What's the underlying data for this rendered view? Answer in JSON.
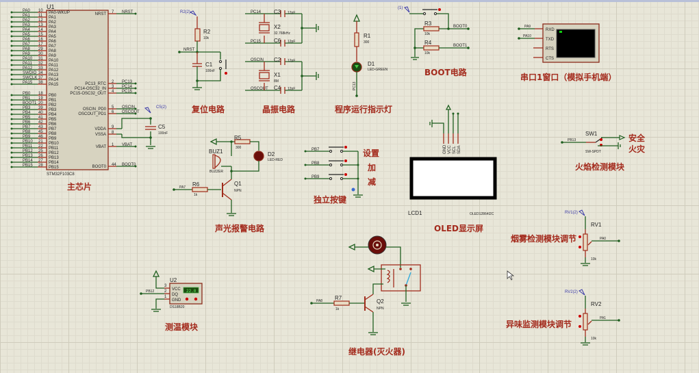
{
  "mcu": {
    "ref": "U1",
    "part": "STM32F103C8",
    "caption": "主芯片",
    "left_pins": [
      {
        "net": "PA0",
        "num": "10",
        "name": "PA0-WKUP"
      },
      {
        "net": "PA1",
        "num": "11",
        "name": "PA1"
      },
      {
        "net": "PA2",
        "num": "12",
        "name": "PA2"
      },
      {
        "net": "PA3",
        "num": "13",
        "name": "PA3"
      },
      {
        "net": "PA4",
        "num": "14",
        "name": "PA4"
      },
      {
        "net": "PA5",
        "num": "15",
        "name": "PA5"
      },
      {
        "net": "PA6",
        "num": "16",
        "name": "PA6"
      },
      {
        "net": "PA7",
        "num": "17",
        "name": "PA7"
      },
      {
        "net": "PA8",
        "num": "29",
        "name": "PA8"
      },
      {
        "net": "PA9",
        "num": "30",
        "name": "PA9"
      },
      {
        "net": "PA10",
        "num": "31",
        "name": "PA10"
      },
      {
        "net": "PA11",
        "num": "32",
        "name": "PA11"
      },
      {
        "net": "PA12",
        "num": "33",
        "name": "PA12"
      },
      {
        "net": "SWDIO",
        "num": "34",
        "name": "PA13"
      },
      {
        "net": "SWCLK",
        "num": "37",
        "name": "PA14"
      },
      {
        "net": "PA15",
        "num": "38",
        "name": "PA15"
      },
      {
        "net": "PB0",
        "num": "18",
        "name": "PB0"
      },
      {
        "net": "PB1",
        "num": "19",
        "name": "PB1"
      },
      {
        "net": "BOOT1",
        "num": "20",
        "name": "PB2"
      },
      {
        "net": "PB3",
        "num": "39",
        "name": "PB3"
      },
      {
        "net": "PB4",
        "num": "40",
        "name": "PB4"
      },
      {
        "net": "PB5",
        "num": "41",
        "name": "PB5"
      },
      {
        "net": "PB6",
        "num": "42",
        "name": "PB6"
      },
      {
        "net": "PB7",
        "num": "43",
        "name": "PB7"
      },
      {
        "net": "PB8",
        "num": "45",
        "name": "PB8"
      },
      {
        "net": "PB9",
        "num": "46",
        "name": "PB9"
      },
      {
        "net": "PB10",
        "num": "21",
        "name": "PB10"
      },
      {
        "net": "PB11",
        "num": "22",
        "name": "PB11"
      },
      {
        "net": "PB12",
        "num": "25",
        "name": "PB12"
      },
      {
        "net": "PB13",
        "num": "26",
        "name": "PB13"
      },
      {
        "net": "PB14",
        "num": "27",
        "name": "PB14"
      },
      {
        "net": "PB15",
        "num": "28",
        "name": "PB15"
      }
    ],
    "right_pins": [
      {
        "net": "NRST",
        "num": "7",
        "name": "NRST"
      },
      {
        "net": "PC13",
        "num": "2",
        "name": "PC13_RTC"
      },
      {
        "net": "PC14",
        "num": "3",
        "name": "PC14-OSC32_IN"
      },
      {
        "net": "PC15",
        "num": "4",
        "name": "PC15-OSC32_OUT"
      },
      {
        "net": "OSCIN",
        "num": "5",
        "name": "OSCIN_PD0"
      },
      {
        "net": "OSCOUT",
        "num": "6",
        "name": "OSCOUT_PD1"
      },
      {
        "net": "",
        "num": "9",
        "name": "VDDA"
      },
      {
        "net": "",
        "num": "8",
        "name": "VSSA"
      },
      {
        "net": "VBAT",
        "num": "1",
        "name": "VBAT"
      },
      {
        "net": "BOOT0",
        "num": "44",
        "name": "BOOT0"
      }
    ]
  },
  "c5": {
    "ref": "C5",
    "value": "100nF",
    "probe": "C5(2)"
  },
  "reset": {
    "caption": "复位电路",
    "r_ref": "R2",
    "r_val": "10k",
    "c_ref": "C1",
    "c_val": "100nF",
    "net": "NRST",
    "probe": "R2(2)"
  },
  "crystal": {
    "caption": "晶振电路",
    "c3": {
      "ref": "C3",
      "val": "12pF"
    },
    "c6": {
      "ref": "C6",
      "val": "12pF"
    },
    "x2": {
      "ref": "X2",
      "val": "32.768kHz"
    },
    "c2": {
      "ref": "C2",
      "val": "12pF"
    },
    "c4": {
      "ref": "C4",
      "val": "12pF"
    },
    "x1": {
      "ref": "X1",
      "val": "8M"
    },
    "nets": [
      "PC14",
      "PC15",
      "OSCIN",
      "OSCOUT"
    ]
  },
  "led": {
    "caption": "程序运行指示灯",
    "r_ref": "R1",
    "r_val": "300",
    "d_ref": "D1",
    "d_val": "LED-GREEN",
    "net": "PC13"
  },
  "boot": {
    "caption": "BOOT电路",
    "r3": "R3",
    "r3_val": "10k",
    "r4": "R4",
    "r4_val": "10k",
    "net0": "BOOT0",
    "net1": "BOOT1",
    "probe": "(1)"
  },
  "uart": {
    "caption": "串口1窗口（模拟手机端）",
    "pins": [
      "RXD",
      "TXD",
      "RTS",
      "CTS"
    ],
    "nets": [
      "PA9",
      "PA10"
    ]
  },
  "alarm": {
    "caption": "声光报警电路",
    "buz_ref": "BUZ1",
    "buz_val": "BUZZER",
    "r5": "R5",
    "r5_val": "300",
    "d2": "D2",
    "d2_val": "LED-RED",
    "r6": "R6",
    "r6_val": "1k",
    "q1": "Q1",
    "q1_val": "NPN",
    "net": "PA7"
  },
  "keys": {
    "caption": "独立按键",
    "labels": [
      "设置",
      "加",
      "减"
    ],
    "nets": [
      "PB7",
      "PB8",
      "PB9"
    ]
  },
  "oled": {
    "caption": "OLED显示屏",
    "ref": "LCD1",
    "part": "OLED12864I2C",
    "pins": [
      "GND",
      "VCC",
      "SCL",
      "SDA"
    ]
  },
  "flame": {
    "caption": "火焰检测模块",
    "ref": "SW1",
    "part": "SW-SPDT",
    "net": "PB13",
    "safe": "安全",
    "fire": "火灾"
  },
  "smoke": {
    "caption": "烟雾检测模块调节",
    "ref": "RV1",
    "val": "10k",
    "net": "PA0",
    "probe": "RV1(2)"
  },
  "odor": {
    "caption": "异味监测模块调节",
    "ref": "RV2",
    "val": "10k",
    "net": "PA1",
    "probe": "RV2(2)"
  },
  "temp": {
    "caption": "测温模块",
    "ref": "U2",
    "part": "DS18B20",
    "pins": [
      "VCC",
      "DQ",
      "GND"
    ],
    "pin_nums": [
      "3",
      "2",
      "1"
    ],
    "display": "22.0",
    "net": "PB12"
  },
  "relay": {
    "caption": "继电器(灭火器)",
    "r7": "R7",
    "r7_val": "1k",
    "q2": "Q2",
    "q2_val": "NPN",
    "net": "PA8"
  }
}
